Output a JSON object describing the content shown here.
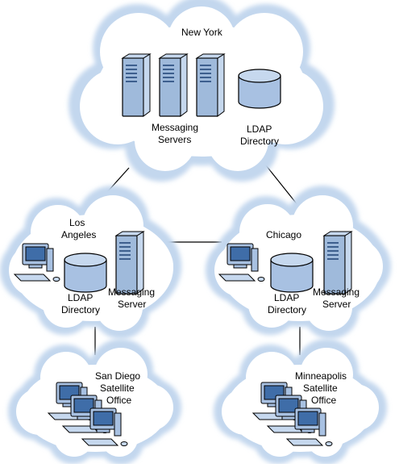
{
  "nodes": {
    "new_york": {
      "title": "New York",
      "servers_label": [
        "Messaging",
        "Servers"
      ],
      "directory_label": [
        "LDAP",
        "Directory"
      ]
    },
    "los_angeles": {
      "title": [
        "Los",
        "Angeles"
      ],
      "directory_label": [
        "LDAP",
        "Directory"
      ],
      "server_label": [
        "Messaging",
        "Server"
      ]
    },
    "chicago": {
      "title": "Chicago",
      "directory_label": [
        "LDAP",
        "Directory"
      ],
      "server_label": [
        "Messaging",
        "Server"
      ]
    },
    "san_diego": {
      "title": [
        "San Diego",
        "Satellite",
        "Office"
      ]
    },
    "minneapolis": {
      "title": [
        "Minneapolis",
        "Satellite",
        "Office"
      ]
    }
  },
  "colors": {
    "cloud_fill": "#ffffff",
    "cloud_glow": "#c3d7ee",
    "hardware": "#9fbadb"
  }
}
